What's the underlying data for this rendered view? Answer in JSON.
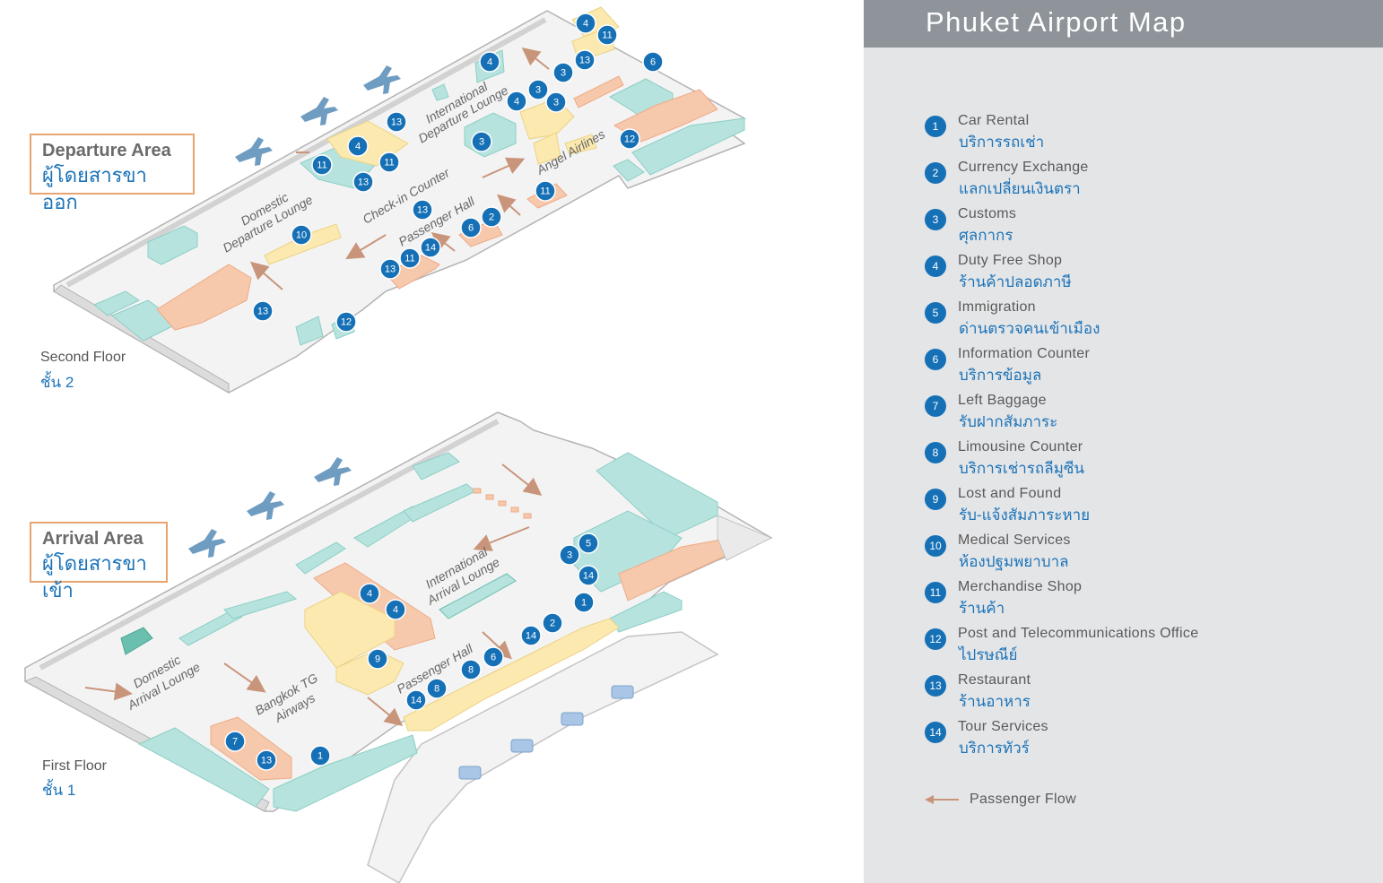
{
  "legend": {
    "title": "Phuket Airport Map",
    "items": [
      {
        "num": "1",
        "en": "Car Rental",
        "th": "บริการรถเช่า"
      },
      {
        "num": "2",
        "en": "Currency Exchange",
        "th": "แลกเปลี่ยนเงินตรา"
      },
      {
        "num": "3",
        "en": "Customs",
        "th": "ศุลกากร"
      },
      {
        "num": "4",
        "en": "Duty Free Shop",
        "th": "ร้านค้าปลอดภาษี"
      },
      {
        "num": "5",
        "en": "Immigration",
        "th": "ด่านตรวจคนเข้าเมือง"
      },
      {
        "num": "6",
        "en": "Information Counter",
        "th": "บริการข้อมูล"
      },
      {
        "num": "7",
        "en": "Left Baggage",
        "th": "รับฝากสัมภาระ"
      },
      {
        "num": "8",
        "en": "Limousine Counter",
        "th": "บริการเช่ารถลีมูซีน"
      },
      {
        "num": "9",
        "en": "Lost and Found",
        "th": "รับ-แจ้งสัมภาระหาย"
      },
      {
        "num": "10",
        "en": "Medical Services",
        "th": "ห้องปฐมพยาบาล"
      },
      {
        "num": "11",
        "en": "Merchandise Shop",
        "th": "ร้านค้า"
      },
      {
        "num": "12",
        "en": "Post and Telecommunications Office",
        "th": "ไปรษณีย์"
      },
      {
        "num": "13",
        "en": "Restaurant",
        "th": "ร้านอาหาร"
      },
      {
        "num": "14",
        "en": "Tour Services",
        "th": "บริการทัวร์"
      }
    ],
    "flow_label": "Passenger Flow"
  },
  "departure": {
    "title_en": "Departure Area",
    "title_th": "ผู้โดยสารขาออก",
    "floor_en": "Second  Floor",
    "floor_th": "ชั้น 2",
    "labels": {
      "international_l1": "International",
      "international_l2": "Departure Lounge",
      "domestic_l1": "Domestic",
      "domestic_l2": "Departure Lounge",
      "checkin": "Check-in Counter",
      "passenger_hall": "Passenger Hall",
      "angel": "Angel Airlines"
    },
    "pins": [
      "4",
      "11",
      "13",
      "6",
      "3",
      "4",
      "3",
      "3",
      "4",
      "3",
      "12",
      "13",
      "4",
      "11",
      "11",
      "13",
      "10",
      "6",
      "2",
      "11",
      "13",
      "14",
      "11",
      "13",
      "13",
      "12"
    ]
  },
  "arrival": {
    "title_en": "Arrival Area",
    "title_th": "ผู้โดยสารขาเข้า",
    "floor_en": "First Floor",
    "floor_th": "ชั้น 1",
    "labels": {
      "international_l1": "International",
      "international_l2": "Arrival Lounge",
      "domestic_l1": "Domestic",
      "domestic_l2": "Arrival Lounge",
      "bangkok_l1": "Bangkok TG",
      "bangkok_l2": "Airways",
      "passenger_hall": "Passenger Hall"
    },
    "pins": [
      "5",
      "3",
      "14",
      "1",
      "2",
      "14",
      "6",
      "8",
      "8",
      "14",
      "4",
      "4",
      "9",
      "7",
      "13",
      "1"
    ]
  },
  "colors": {
    "pin": "#1670b6",
    "teal": "#b7e3de",
    "peach": "#f7c9ac",
    "yellow": "#fbe9b0",
    "floor": "#f3f3f3",
    "plane": "#6f9cc1",
    "arrow": "#c9957a"
  }
}
